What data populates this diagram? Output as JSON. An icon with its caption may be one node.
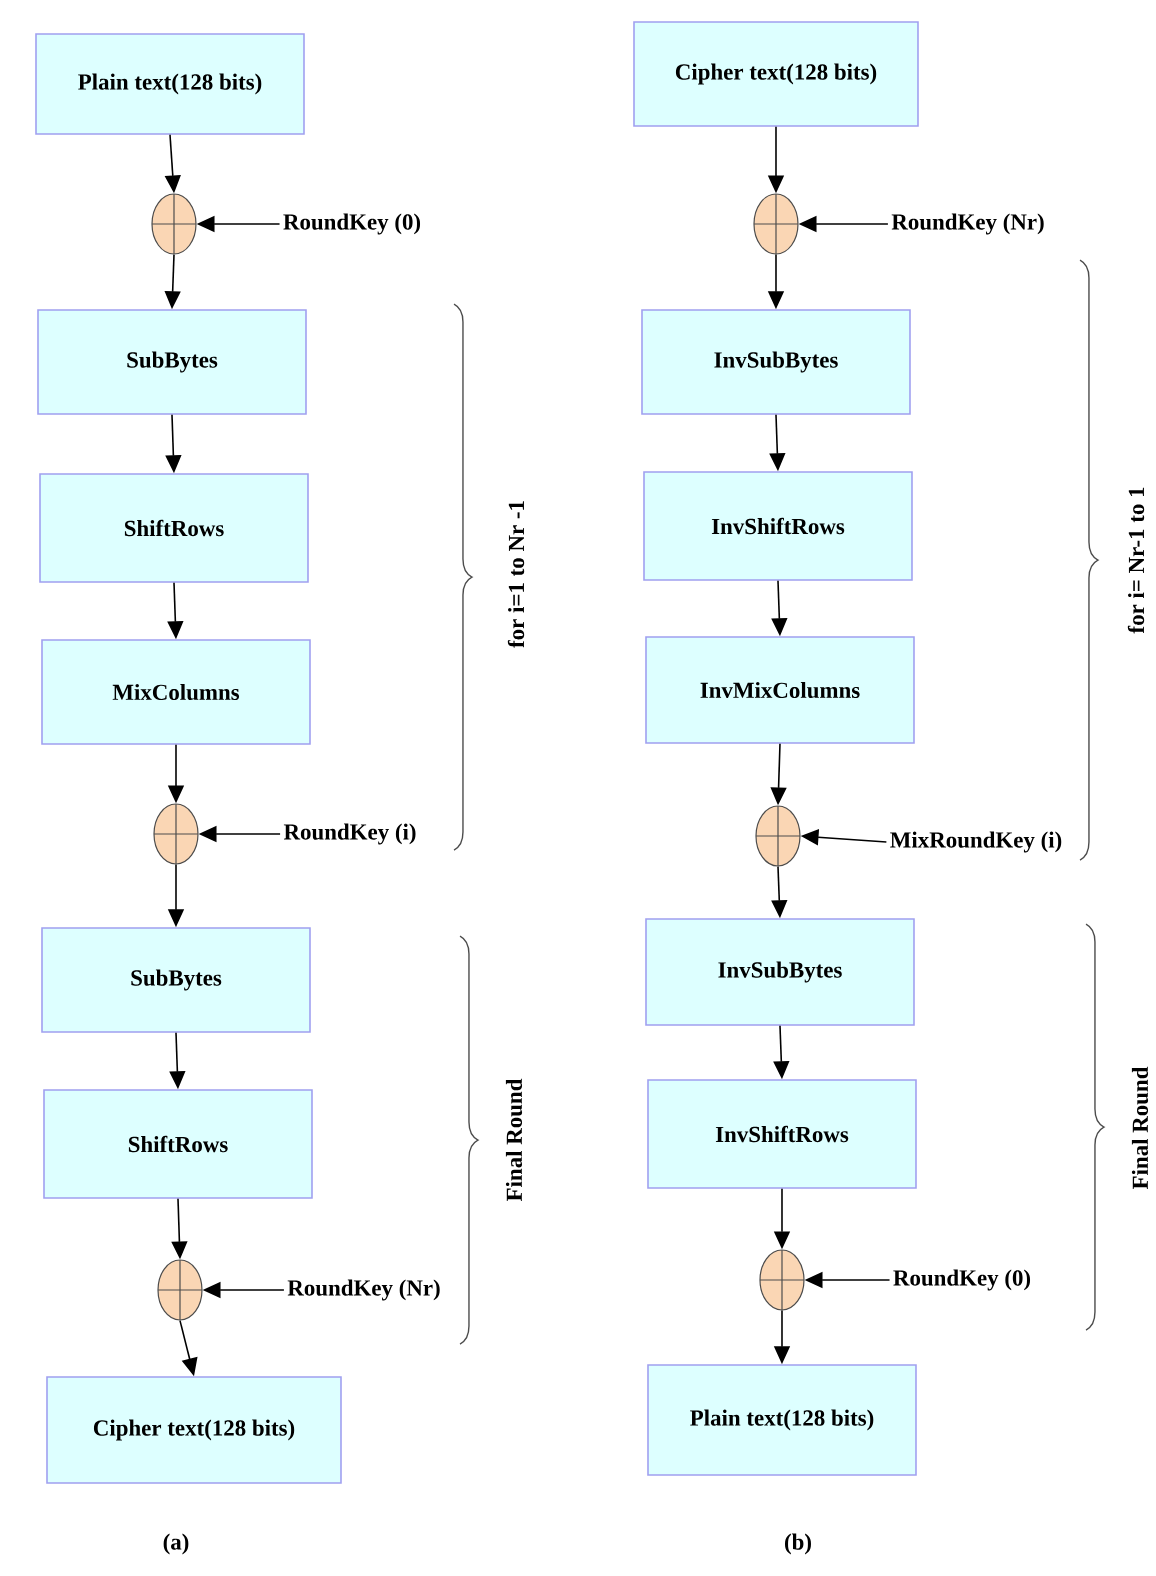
{
  "diagram": {
    "nodes": [
      {
        "text": [
          "Plain text(128 bits)"
        ]
      },
      {
        "text": [],
        "shape": "circle"
      },
      {
        "text": [
          "RoundKey (0)"
        ]
      },
      {
        "text": [
          "SubBytes"
        ]
      },
      {
        "text": [
          "ShiftRows"
        ]
      },
      {
        "text": [
          "MixColumns"
        ]
      },
      {
        "text": [],
        "shape": "circle"
      },
      {
        "text": [
          "RoundKey (i)"
        ]
      },
      {
        "text": [
          "SubBytes"
        ]
      },
      {
        "text": [
          "ShiftRows"
        ]
      },
      {
        "text": [],
        "shape": "circle"
      },
      {
        "text": [
          "RoundKey (Nr)"
        ]
      },
      {
        "text": [
          "Cipher text(128 bits)"
        ]
      },
      {
        "text": [
          "Cipher text(128 bits)"
        ]
      },
      {
        "text": [],
        "shape": "circle"
      },
      {
        "text": [
          "RoundKey (Nr)"
        ]
      },
      {
        "text": [
          "InvSubBytes"
        ]
      },
      {
        "text": [
          "InvShiftRows"
        ]
      },
      {
        "text": [
          "InvMixColumns"
        ]
      },
      {
        "text": [],
        "shape": "circle"
      },
      {
        "text": [
          "MixRoundKey (i)"
        ]
      },
      {
        "text": [
          "InvSubBytes"
        ]
      },
      {
        "text": [
          "InvShiftRows"
        ]
      },
      {
        "text": [],
        "shape": "circle"
      },
      {
        "text": [
          "RoundKey (0)"
        ]
      },
      {
        "text": [
          "Plain text(128 bits)"
        ]
      }
    ],
    "edges": [
      {
        "from": 0,
        "to": 1,
        "arrow": "to"
      },
      {
        "from": 2,
        "to": 1,
        "arrow": "to"
      },
      {
        "from": 1,
        "to": 3,
        "arrow": "to"
      },
      {
        "from": 3,
        "to": 4,
        "arrow": "to"
      },
      {
        "from": 4,
        "to": 5,
        "arrow": "to"
      },
      {
        "from": 5,
        "to": 6,
        "arrow": "to"
      },
      {
        "from": 7,
        "to": 6,
        "arrow": "to"
      },
      {
        "from": 6,
        "to": 8,
        "arrow": "to"
      },
      {
        "from": 8,
        "to": 9,
        "arrow": "to"
      },
      {
        "from": 9,
        "to": 10,
        "arrow": "to"
      },
      {
        "from": 11,
        "to": 10,
        "arrow": "to"
      },
      {
        "from": 10,
        "to": 12,
        "arrow": "to"
      },
      {
        "from": 13,
        "to": 14,
        "arrow": "to"
      },
      {
        "from": 15,
        "to": 14,
        "arrow": "to"
      },
      {
        "from": 14,
        "to": 16,
        "arrow": "to"
      },
      {
        "from": 16,
        "to": 17,
        "arrow": "to"
      },
      {
        "from": 17,
        "to": 18,
        "arrow": "to"
      },
      {
        "from": 18,
        "to": 19,
        "arrow": "to"
      },
      {
        "from": 20,
        "to": 19,
        "arrow": "to"
      },
      {
        "from": 19,
        "to": 21,
        "arrow": "to"
      },
      {
        "from": 21,
        "to": 22,
        "arrow": "to"
      },
      {
        "from": 22,
        "to": 23,
        "arrow": "to"
      },
      {
        "from": 24,
        "to": 23,
        "arrow": "to"
      },
      {
        "from": 23,
        "to": 25,
        "arrow": "to"
      }
    ],
    "labels": [
      "for i=1 to Nr -1",
      "Final Round",
      "for i= Nr-1 to 1",
      "Final Round",
      "(a)",
      "(b)"
    ]
  }
}
